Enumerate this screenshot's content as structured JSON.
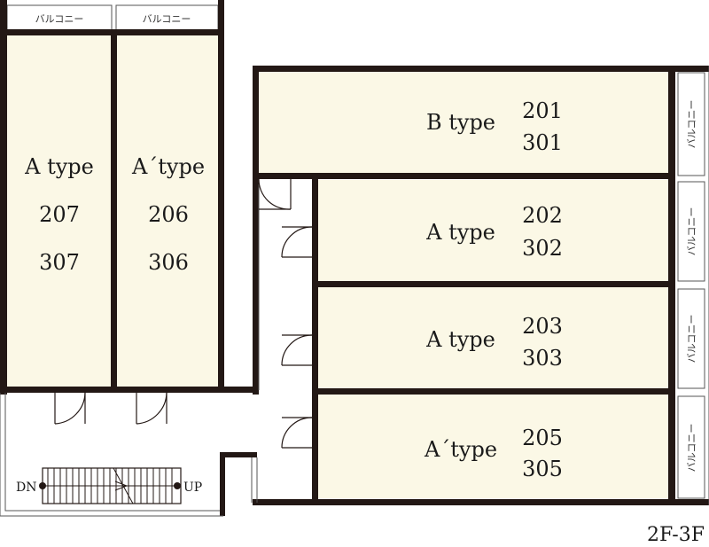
{
  "floor_label": "2F-3F",
  "balcony_label": "バルコニー",
  "colors": {
    "unit_fill": "#fbf8e6",
    "wall": "#231815",
    "background": "#ffffff"
  },
  "units": [
    {
      "type": "A type",
      "rooms": [
        "207",
        "307"
      ]
    },
    {
      "type": "A´type",
      "rooms": [
        "206",
        "306"
      ]
    },
    {
      "type": "B type",
      "rooms": [
        "201",
        "301"
      ]
    },
    {
      "type": "A type",
      "rooms": [
        "202",
        "302"
      ]
    },
    {
      "type": "A type",
      "rooms": [
        "203",
        "303"
      ]
    },
    {
      "type": "A´type",
      "rooms": [
        "205",
        "305"
      ]
    }
  ],
  "stairs": {
    "down_label": "DN",
    "up_label": "UP"
  }
}
